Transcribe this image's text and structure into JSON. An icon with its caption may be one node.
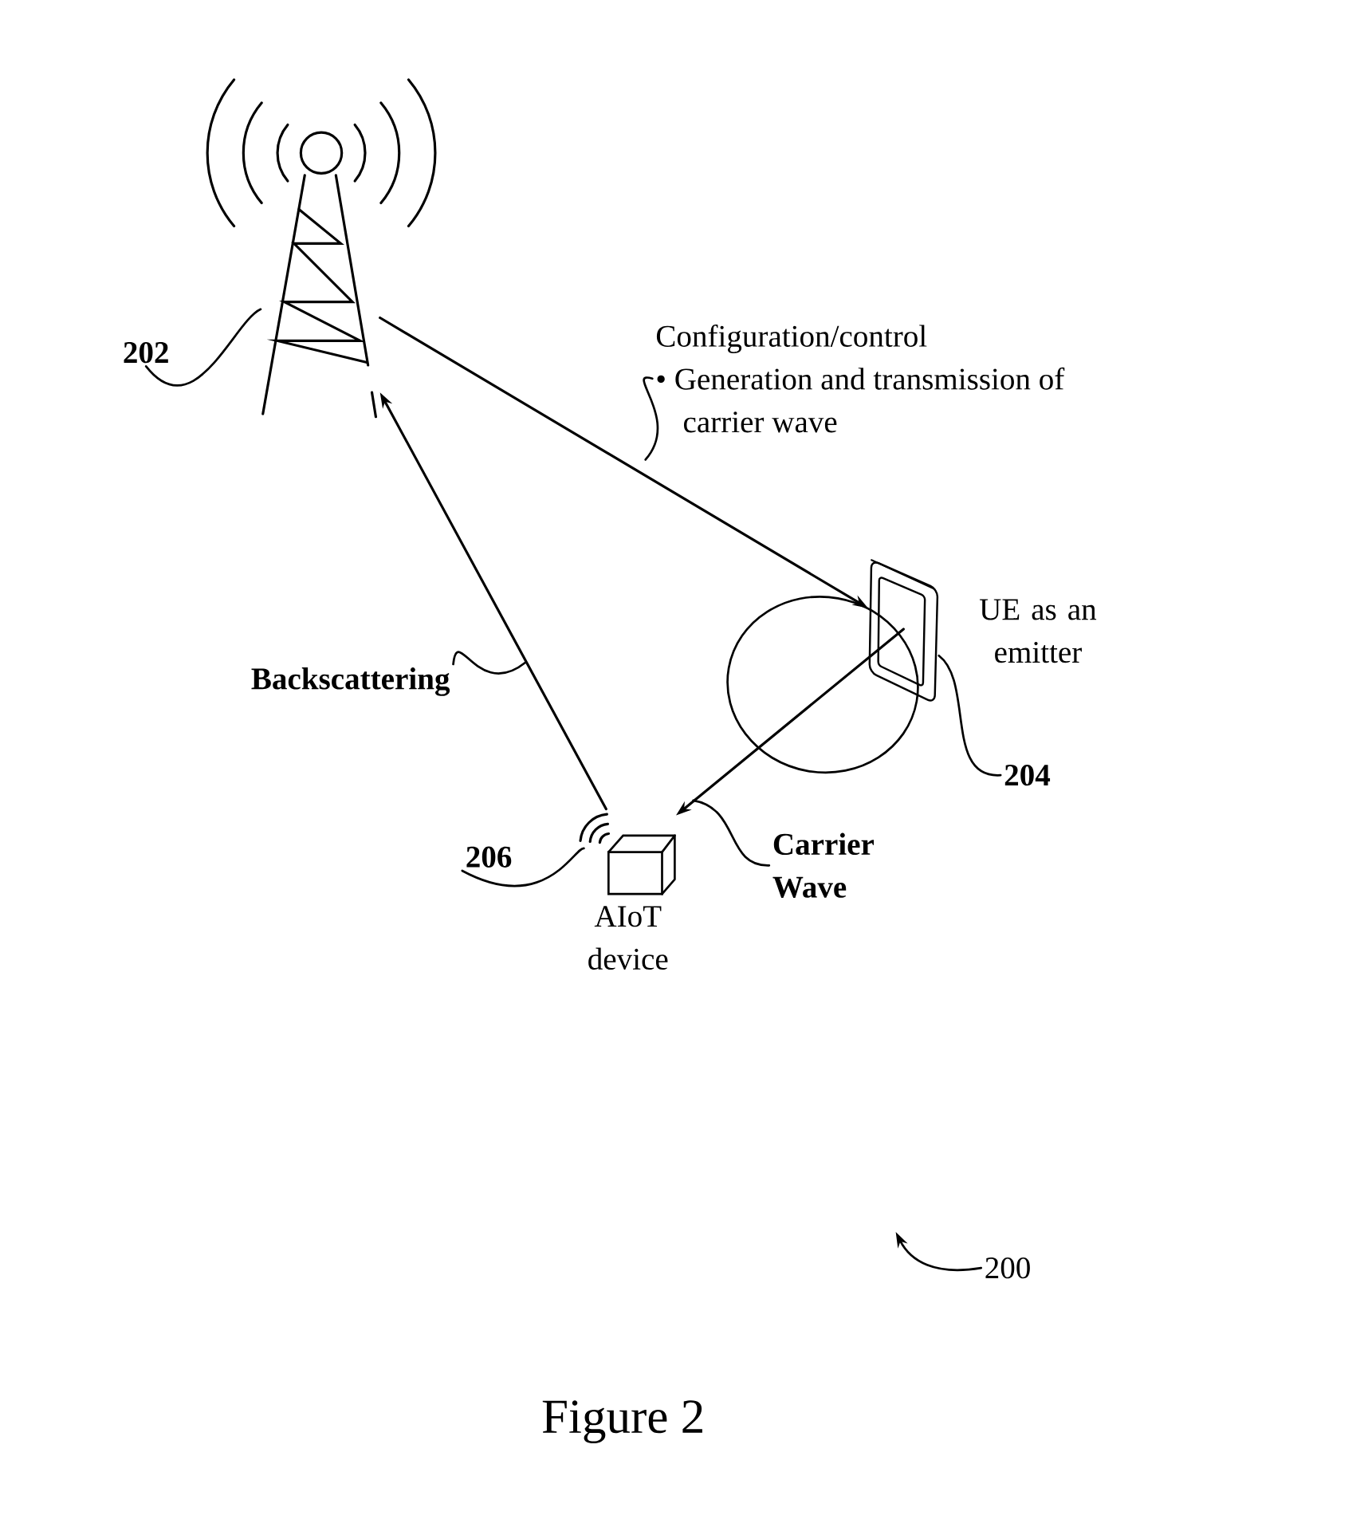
{
  "diagram": {
    "caption": "Figure 2",
    "nodes": [
      {
        "text": [],
        "shape": "picture"
      },
      {
        "text": [],
        "shape": "picture",
        "beside": [
          "UE as an emitter"
        ]
      },
      {
        "text": [],
        "shape": "picture",
        "beside": [
          "AIoT device"
        ]
      },
      {
        "text": [
          "202"
        ]
      },
      {
        "text": [
          "Configuration/control",
          "• Generation and transmission of carrier wave"
        ]
      },
      {
        "text": [
          "Backscattering"
        ]
      },
      {
        "text": [
          "204"
        ]
      },
      {
        "text": [
          "Carrier Wave"
        ]
      },
      {
        "text": [
          "206"
        ]
      },
      {
        "text": [
          "200"
        ]
      }
    ],
    "edges": [
      {
        "from": 0,
        "to": 1,
        "arrow": "to"
      },
      {
        "from": 2,
        "to": 0,
        "arrow": "to"
      },
      {
        "from": 1,
        "to": 2,
        "arrow": "to"
      },
      {
        "from": 3,
        "to": 0,
        "arrow": "none"
      },
      {
        "from": 4,
        "to": null,
        "arrow": "none"
      },
      {
        "from": 5,
        "to": null,
        "arrow": "none"
      },
      {
        "from": 6,
        "to": 1,
        "arrow": "none"
      },
      {
        "from": 7,
        "to": null,
        "arrow": "none"
      },
      {
        "from": 8,
        "to": 2,
        "arrow": "none"
      },
      {
        "from": 9,
        "to": null,
        "arrow": "to"
      }
    ]
  }
}
